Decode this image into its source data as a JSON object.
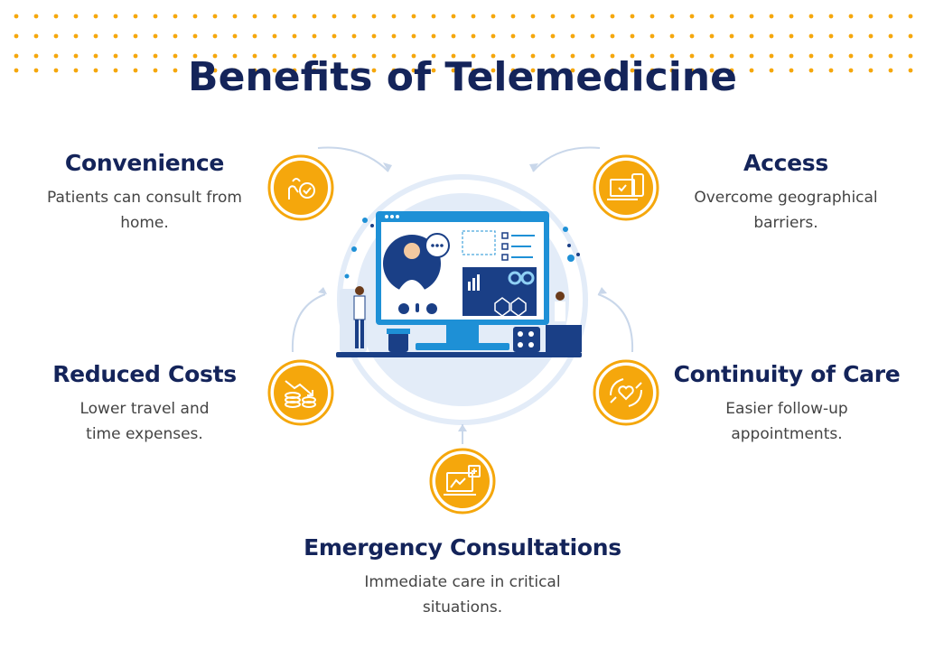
{
  "title": "Benefits of Telemedicine",
  "colors": {
    "navy": "#14245a",
    "accent": "#f5a70c",
    "accent_light": "#fcc02a",
    "blue": "#1e90d6",
    "light_blue": "#e3ecf8",
    "text": "#444444"
  },
  "benefits": [
    {
      "id": "convenience",
      "title": "Convenience",
      "text": "Patients can consult from home.",
      "icon": "hand-check-icon"
    },
    {
      "id": "access",
      "title": "Access",
      "text": "Overcome geographical barriers.",
      "icon": "devices-icon"
    },
    {
      "id": "reduced_costs",
      "title": "Reduced Costs",
      "text": "Lower travel and time expenses.",
      "icon": "coins-down-icon"
    },
    {
      "id": "continuity",
      "title": "Continuity of Care",
      "text": "Easier follow-up appointments.",
      "icon": "heart-hands-icon"
    },
    {
      "id": "emergency",
      "title": "Emergency Consultations",
      "text": "Immediate care in critical situations.",
      "icon": "medical-laptop-icon"
    }
  ]
}
